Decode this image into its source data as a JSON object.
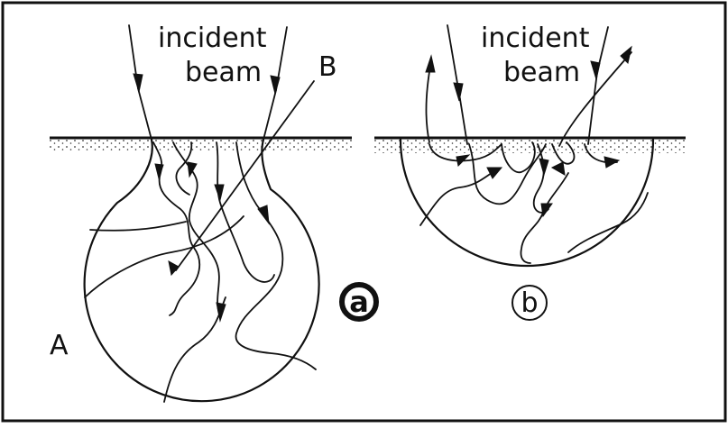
{
  "panel_a": {
    "title_line1": "incident",
    "title_line2": "beam",
    "label_a": "A",
    "label_b": "B",
    "panel_label": "a"
  },
  "panel_b": {
    "title_line1": "incident",
    "title_line2": "beam",
    "panel_label": "b"
  }
}
